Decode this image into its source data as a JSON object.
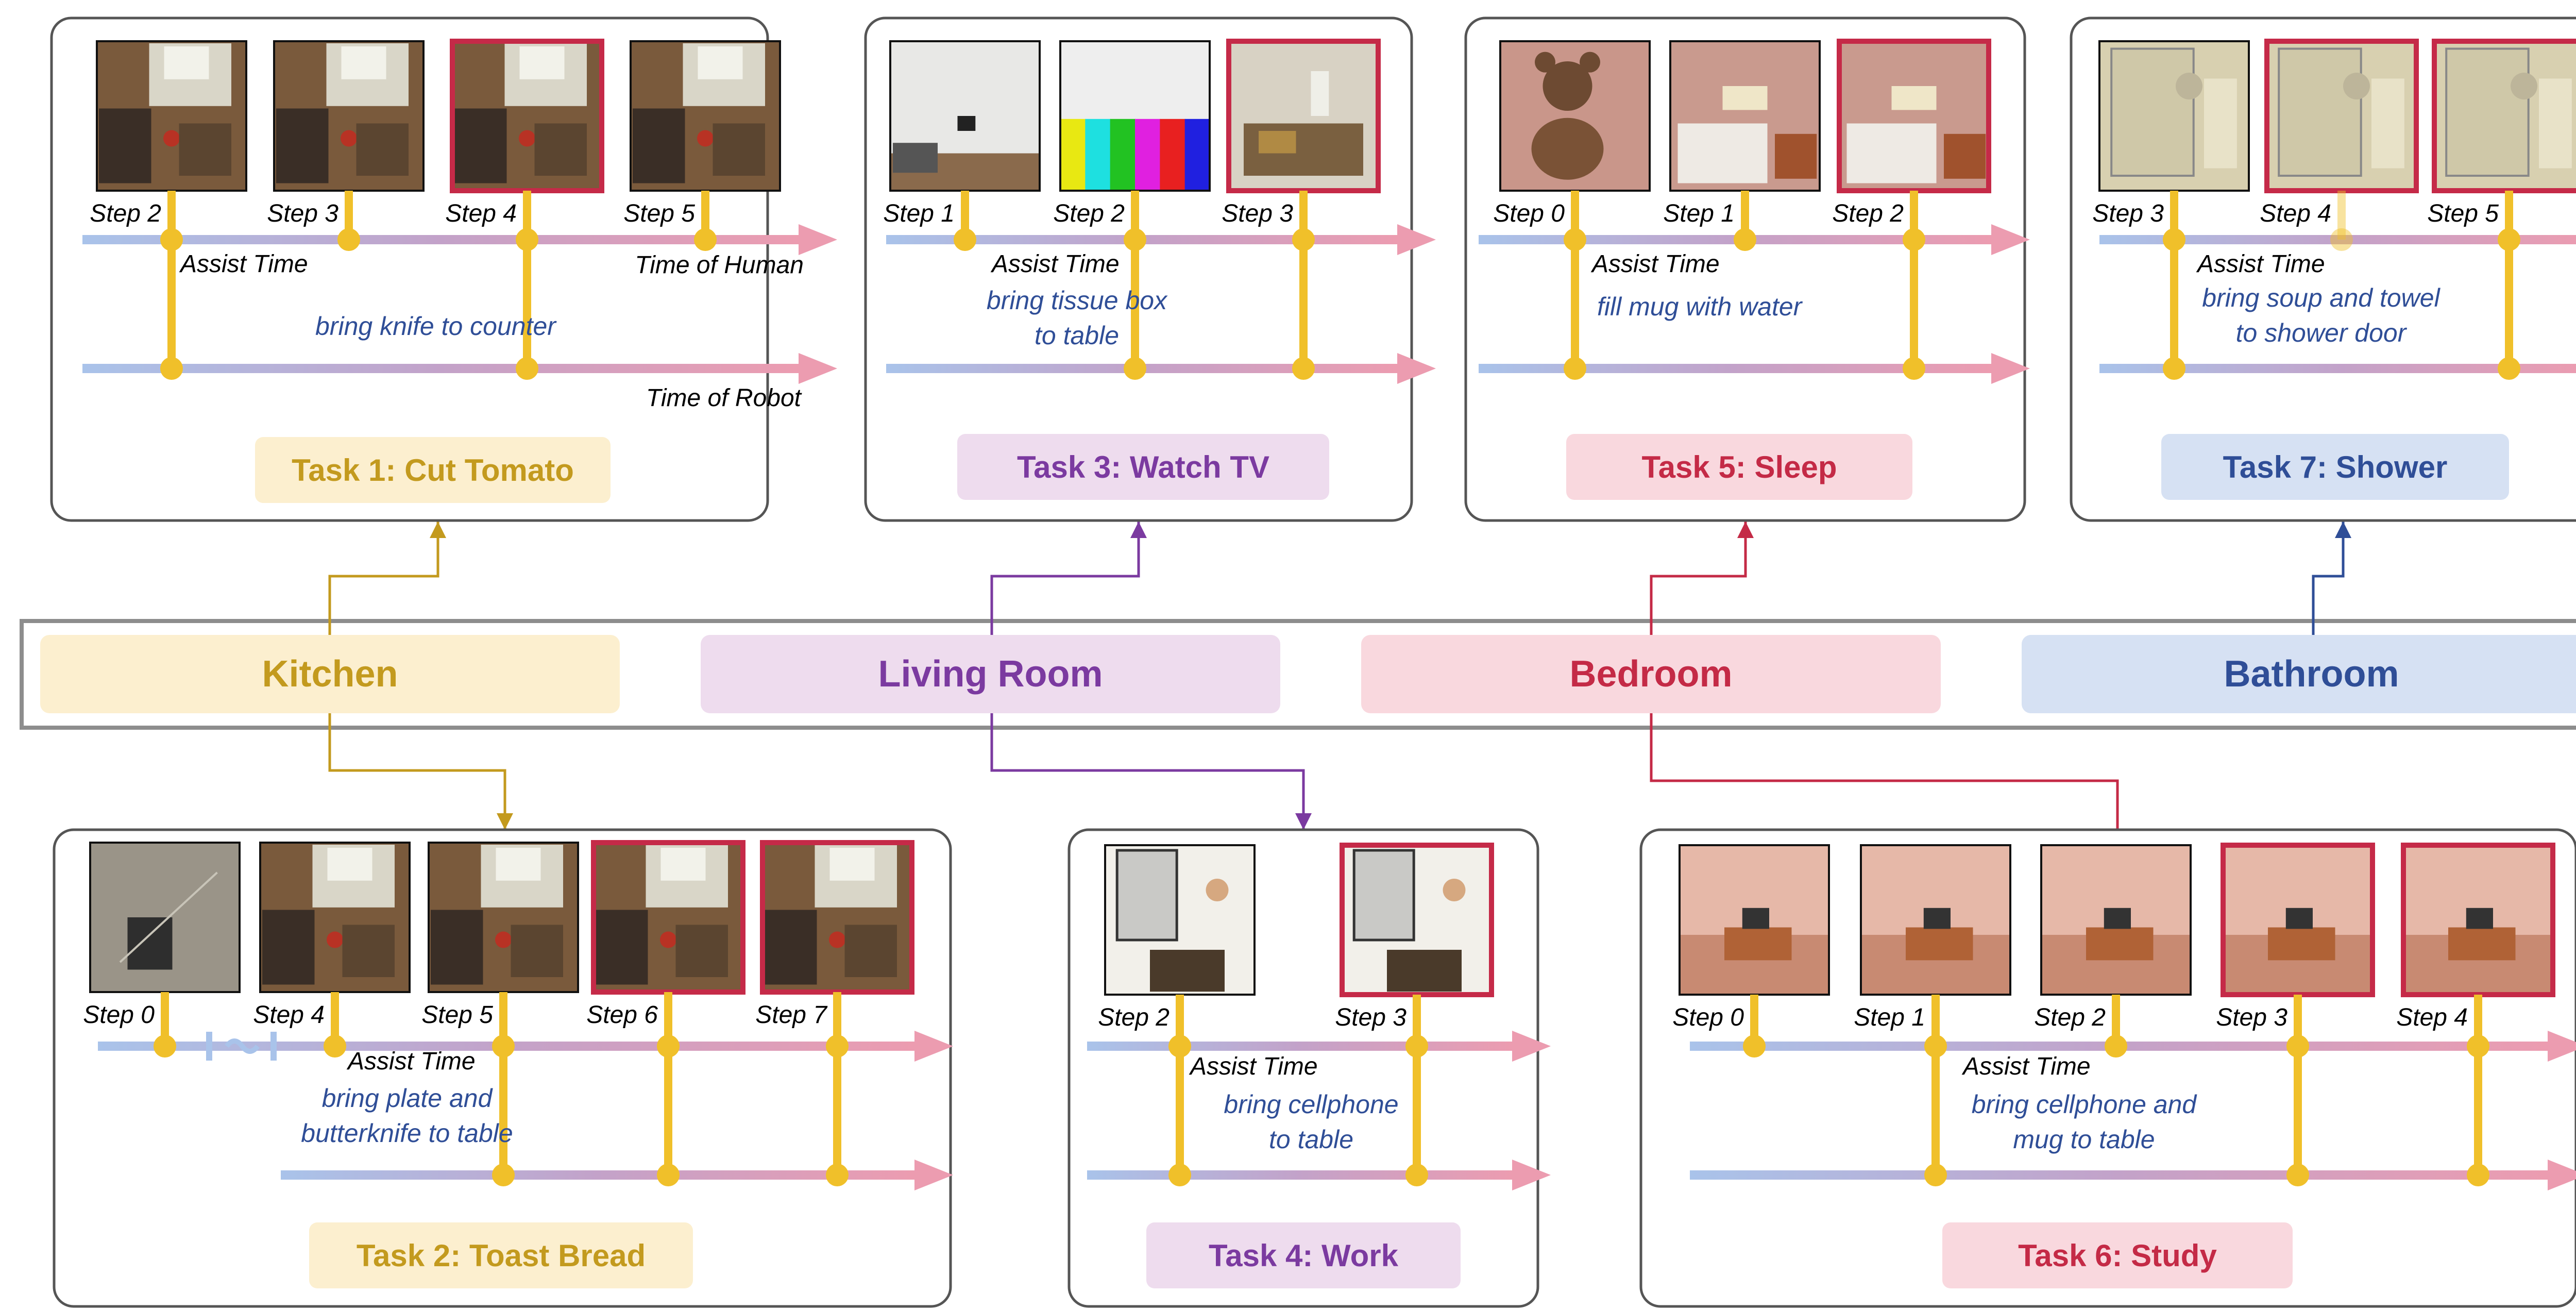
{
  "colors": {
    "kitchen": "#c39a1e",
    "living_room": "#7b3aa0",
    "bedroom": "#c42a46",
    "bathroom": "#2f4e97",
    "kitchen_bg": "#fcefcf",
    "living_room_bg": "#eedcee",
    "bedroom_bg": "#f9d8de",
    "bathroom_bg": "#d6e1f3",
    "step_marker": "#f0c02a",
    "highlight_frame": "#c52a48",
    "action_text": "#2f4e97"
  },
  "rooms": [
    {
      "id": "kitchen",
      "label": "Kitchen",
      "color_key": "kitchen"
    },
    {
      "id": "living",
      "label": "Living Room",
      "color_key": "living_room"
    },
    {
      "id": "bedroom",
      "label": "Bedroom",
      "color_key": "bedroom"
    },
    {
      "id": "bathroom",
      "label": "Bathroom",
      "color_key": "bathroom"
    }
  ],
  "tasks": [
    {
      "id": "t1",
      "title": "Task 1: Cut Tomato",
      "room": "kitchen",
      "color_key": "kitchen",
      "steps": [
        "Step 2",
        "Step 3",
        "Step 4",
        "Step 5"
      ],
      "highlighted": [
        2
      ],
      "assist_label": "Assist Time",
      "action_lines": [
        "bring knife to counter"
      ],
      "human_axis_label": "Time of Human",
      "robot_axis_label": "Time of Robot",
      "scenes": [
        "kitchen",
        "kitchen",
        "kitchen",
        "kitchen"
      ]
    },
    {
      "id": "t2",
      "title": "Task 2: Toast Bread",
      "room": "kitchen",
      "color_key": "kitchen",
      "steps": [
        "Step 0",
        "Step 4",
        "Step 5",
        "Step 6",
        "Step 7"
      ],
      "highlighted": [
        3,
        4
      ],
      "assist_label": "Assist Time",
      "action_lines": [
        "bring plate and",
        "butterknife to table"
      ],
      "scenes": [
        "dark",
        "kitchen",
        "kitchen",
        "kitchen",
        "kitchen"
      ]
    },
    {
      "id": "t3",
      "title": "Task 3: Watch TV",
      "room": "living",
      "color_key": "living_room",
      "steps": [
        "Step 1",
        "Step 2",
        "Step 3"
      ],
      "highlighted": [
        2
      ],
      "assist_label": "Assist Time",
      "action_lines": [
        "bring tissue box",
        "to table"
      ],
      "scenes": [
        "livingtv",
        "colorbars",
        "living"
      ]
    },
    {
      "id": "t4",
      "title": "Task 4: Work",
      "room": "living",
      "color_key": "living_room",
      "steps": [
        "Step 2",
        "Step 3"
      ],
      "highlighted": [
        1
      ],
      "assist_label": "Assist Time",
      "action_lines": [
        "bring cellphone",
        "to table"
      ],
      "scenes": [
        "window",
        "window"
      ]
    },
    {
      "id": "t5",
      "title": "Task 5: Sleep",
      "room": "bedroom",
      "color_key": "bedroom",
      "steps": [
        "Step 0",
        "Step 1",
        "Step 2"
      ],
      "highlighted": [
        2
      ],
      "assist_label": "Assist Time",
      "action_lines": [
        "fill mug with water"
      ],
      "scenes": [
        "bear",
        "bedroom",
        "bedroom"
      ]
    },
    {
      "id": "t6",
      "title": "Task 6: Study",
      "room": "bedroom",
      "color_key": "bedroom",
      "steps": [
        "Step 0",
        "Step 1",
        "Step 2",
        "Step 3",
        "Step 4"
      ],
      "highlighted": [
        3,
        4
      ],
      "assist_label": "Assist Time",
      "action_lines": [
        "bring cellphone and",
        "mug to table"
      ],
      "scenes": [
        "pink",
        "pink",
        "pink",
        "pink",
        "pink"
      ]
    },
    {
      "id": "t7",
      "title": "Task 7: Shower",
      "room": "bathroom",
      "color_key": "bathroom",
      "steps": [
        "Step 3",
        "Step 4",
        "Step 5"
      ],
      "highlighted": [
        1,
        2
      ],
      "assist_label": "Assist Time",
      "action_lines": [
        "bring soup and towel",
        "to shower door"
      ],
      "scenes": [
        "bath",
        "bath",
        "bath"
      ]
    }
  ]
}
